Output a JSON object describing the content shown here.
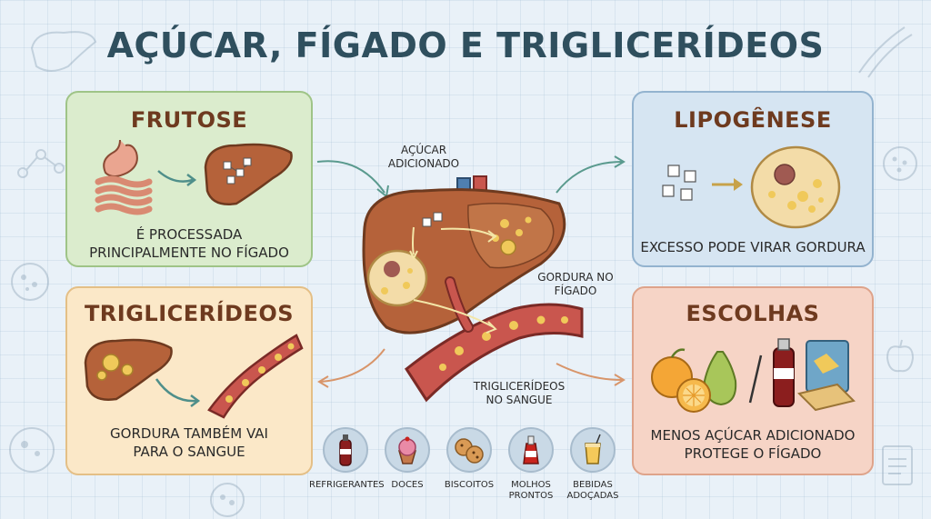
{
  "title": "AÇÚCAR, FÍGADO E TRIGLICERÍDEOS",
  "panels": {
    "frutose": {
      "title": "FRUTOSE",
      "caption": "É PROCESSADA PRINCIPALMENTE NO FÍGADO"
    },
    "triglicerideos": {
      "title": "TRIGLICERÍDEOS",
      "caption": "GORDURA TAMBÉM VAI PARA O SANGUE"
    },
    "lipogenese": {
      "title": "LIPOGÊNESE",
      "caption": "EXCESSO PODE VIRAR GORDURA"
    },
    "escolhas": {
      "title": "ESCOLHAS",
      "caption": "MENOS AÇÚCAR ADICIONADO PROTEGE O FÍGADO"
    }
  },
  "center_labels": {
    "acucar": "AÇÚCAR ADICIONADO",
    "gordura": "GORDURA NO FÍGADO",
    "sangue": "TRIGLICERÍDEOS NO SANGUE"
  },
  "foods": [
    {
      "label": "REFRIGERANTES",
      "icon": "soda-bottle-icon"
    },
    {
      "label": "DOCES",
      "icon": "cupcake-icon"
    },
    {
      "label": "BISCOITOS",
      "icon": "cookies-icon"
    },
    {
      "label": "MOLHOS PRONTOS",
      "icon": "ketchup-bottle-icon"
    },
    {
      "label": "BEBIDAS ADOÇADAS",
      "icon": "sweet-drink-icon"
    }
  ],
  "colors": {
    "liver": "#b5623a",
    "fat": "#f0c95a",
    "vessel": "#c9564e",
    "title": "#2f4f5e"
  }
}
